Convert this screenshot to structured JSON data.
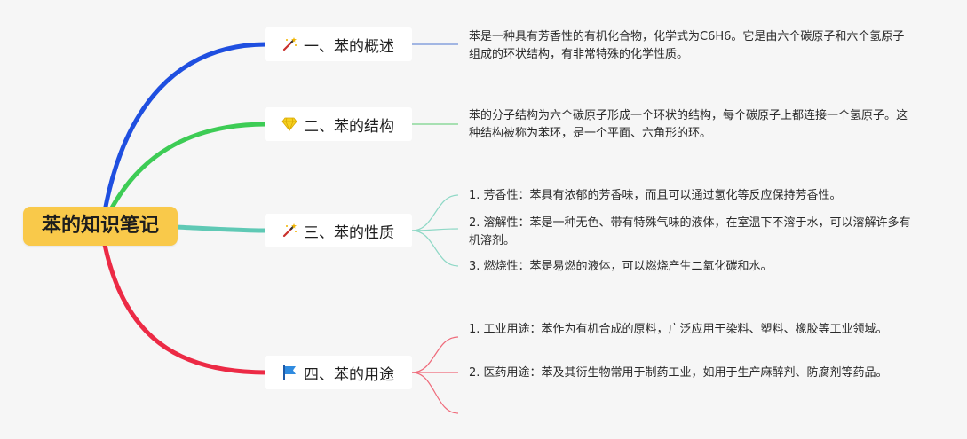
{
  "root": {
    "label": "苯的知识笔记"
  },
  "topics": [
    {
      "label": "一、苯的概述",
      "icon": "magic-wand-icon",
      "notes": [
        "苯是一种具有芳香性的有机化合物，化学式为C6H6。它是由六个碳原子和六个氢原子组成的环状结构，有非常特殊的化学性质。"
      ]
    },
    {
      "label": "二、苯的结构",
      "icon": "gem-icon",
      "notes": [
        "苯的分子结构为六个碳原子形成一个环状的结构，每个碳原子上都连接一个氢原子。这种结构被称为苯环，是一个平面、六角形的环。"
      ]
    },
    {
      "label": "三、苯的性质",
      "icon": "magic-wand-icon",
      "notes": [
        "1. 芳香性：苯具有浓郁的芳香味，而且可以通过氢化等反应保持芳香性。",
        "2. 溶解性：苯是一种无色、带有特殊气味的液体，在室温下不溶于水，可以溶解许多有机溶剂。",
        "3. 燃烧性：苯是易燃的液体，可以燃烧产生二氧化碳和水。"
      ]
    },
    {
      "label": "四、苯的用途",
      "icon": "flag-icon",
      "notes": [
        "1. 工业用途：苯作为有机合成的原料，广泛应用于染料、塑料、橡胶等工业领域。",
        "2. 医药用途：苯及其衍生物常用于制药工业，如用于生产麻醉剂、防腐剂等药品。"
      ]
    }
  ],
  "colors": {
    "background": "#f6f6f6",
    "root": "#f9c94a",
    "branch_1": "#1f4fe0",
    "branch_2": "#3dcc55",
    "branch_3": "#5fc9b5",
    "branch_4": "#ec2a45",
    "connector_1": "#6f8fd8",
    "connector_2": "#78d28a",
    "connector_3": "#8fd8c6",
    "connector_4": "#ef6a7a"
  }
}
